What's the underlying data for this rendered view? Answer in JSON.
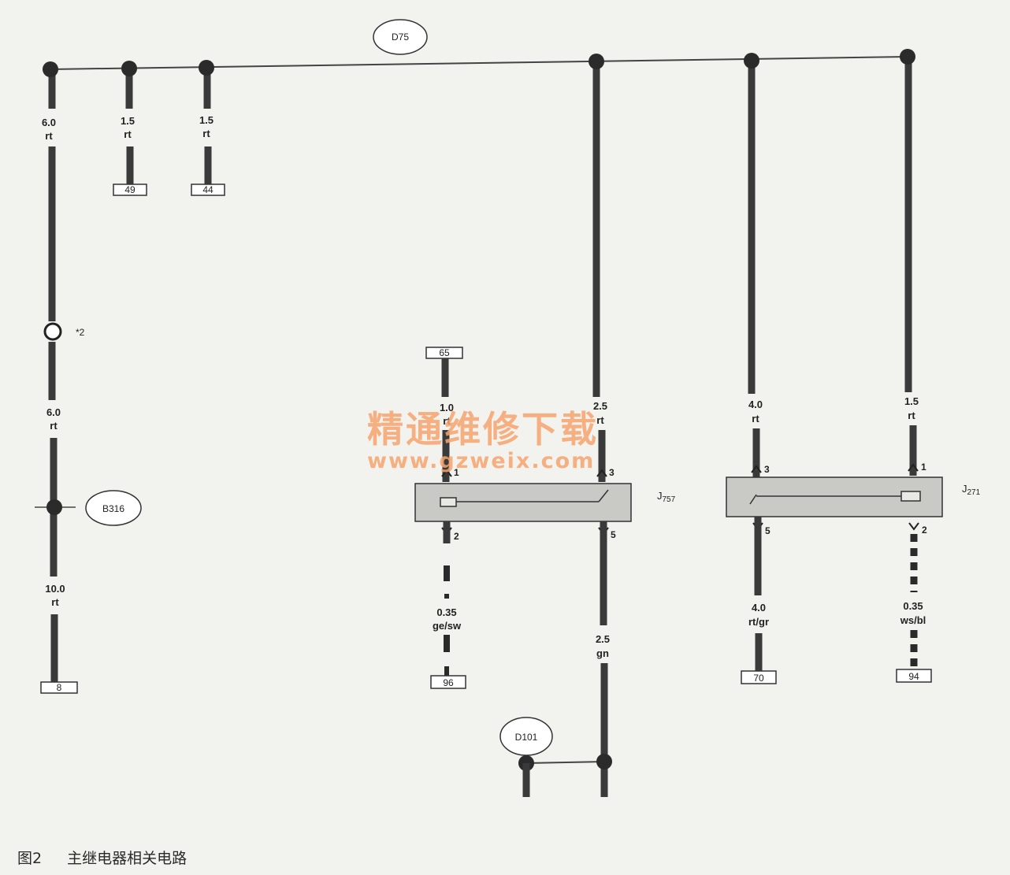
{
  "connectors": {
    "d75": "D75",
    "b316": "B316",
    "d101": "D101"
  },
  "splice_label": "*2",
  "wires": {
    "w1": {
      "size": "6.0",
      "color": "rt"
    },
    "w2": {
      "size": "1.5",
      "color": "rt"
    },
    "w3": {
      "size": "1.5",
      "color": "rt"
    },
    "w4": {
      "size": "6.0",
      "color": "rt"
    },
    "w5": {
      "size": "10.0",
      "color": "rt"
    },
    "w6": {
      "size": "1.0",
      "color": "rt"
    },
    "w7": {
      "size": "2.5",
      "color": "rt"
    },
    "w8": {
      "size": "4.0",
      "color": "rt"
    },
    "w9": {
      "size": "1.5",
      "color": "rt"
    },
    "w10": {
      "size": "0.35",
      "color": "ge/sw"
    },
    "w11": {
      "size": "2.5",
      "color": "gn"
    },
    "w12": {
      "size": "4.0",
      "color": "rt/gr"
    },
    "w13": {
      "size": "0.35",
      "color": "ws/bl"
    }
  },
  "terminals": {
    "t49": "49",
    "t44": "44",
    "t8": "8",
    "t65": "65",
    "t96": "96",
    "t70": "70",
    "t94": "94"
  },
  "relays": {
    "j757": {
      "letter": "J",
      "number": "757"
    },
    "j271": {
      "letter": "J",
      "number": "271"
    }
  },
  "pins": {
    "j757_1": "1",
    "j757_3": "3",
    "j757_2": "2",
    "j757_5": "5",
    "j271_3": "3",
    "j271_1": "1",
    "j271_5": "5",
    "j271_2": "2"
  },
  "watermark": {
    "line1": "精通维修下载",
    "line2": "www.gzweix.com"
  },
  "caption": {
    "figure": "图2",
    "title": "主继电器相关电路"
  }
}
